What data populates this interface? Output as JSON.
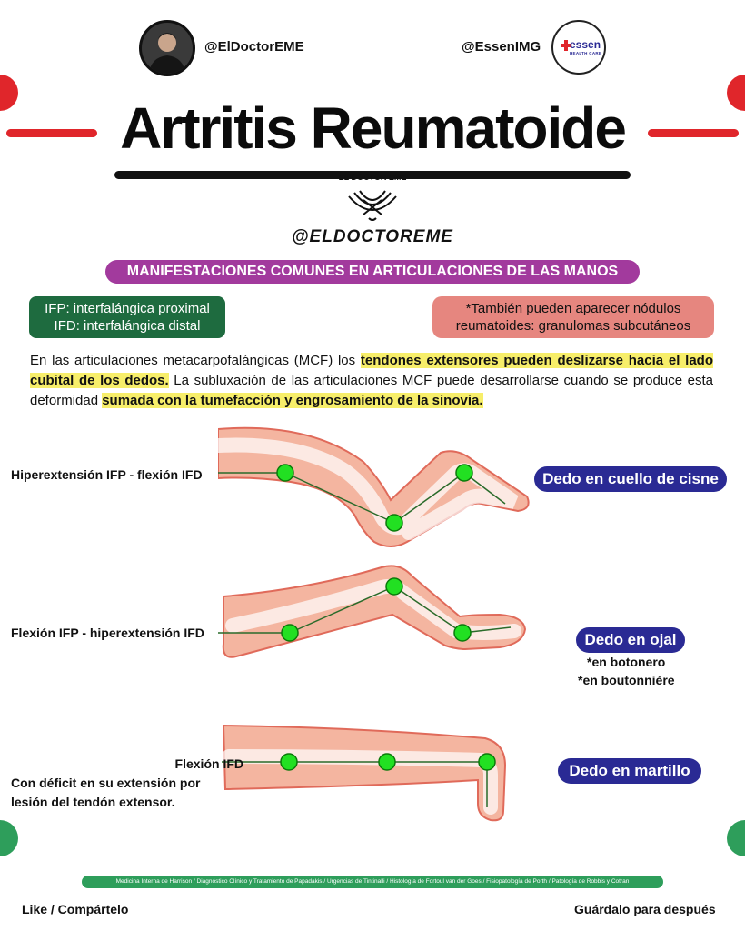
{
  "header": {
    "left_handle": "@ElDoctorEME",
    "right_handle": "@EssenIMG",
    "logo_top": "essen",
    "logo_bottom": "HEALTH CARE"
  },
  "title": "Artritis Reumatoide",
  "brand_small": "EL DOCTOR EME",
  "brand_handle": "@ELDOCTOREME",
  "section_title": "MANIFESTACIONES COMUNES EN ARTICULACIONES DE LAS MANOS",
  "definitions": {
    "line1": "IFP: interfalángica proximal",
    "line2": "IFD: interfalángica distal"
  },
  "nodules_note": {
    "line1": "*También pueden aparecer nódulos",
    "line2": "reumatoides: granulomas subcutáneos"
  },
  "paragraph": {
    "p1": "En las articulaciones metacarpofalángicas (MCF) los ",
    "h1": "tendones extensores pueden deslizarse hacia el lado cubital de los dedos.",
    "p2": " La subluxación de las articulaciones MCF puede desarrollarse cuando se produce esta deformidad ",
    "h2": "sumada con la tumefacción y engrosamiento de la sinovia."
  },
  "deformities": [
    {
      "label": "Hiperextensión IFP - flexión IFD",
      "name": "Dedo en cuello de cisne"
    },
    {
      "label": "Flexión IFP - hiperextensión IFD",
      "name": "Dedo en ojal",
      "note1": "*en botonero",
      "note2": "*en boutonnière"
    },
    {
      "label1": "Flexión IFD",
      "label2": "Con déficit en su extensión por",
      "label3": "lesión del tendón extensor.",
      "name": "Dedo en martillo"
    }
  ],
  "references": "Medicina Interna de Harrison / Diagnóstico Clínico y Tratamiento de Papadakis / Urgencias de Tintinalli / Histología de Fortoul van der Goes / Fisiopatología de Porth / Patología de Robbis y Cotran",
  "footer": {
    "left": "Like / Compártelo",
    "right": "Guárdalo para después"
  },
  "colors": {
    "accent_red": "#e0262b",
    "purple": "#a23a9d",
    "dark_green": "#1e6b3f",
    "salmon": "#e6867f",
    "navy": "#2a2a94",
    "highlight": "#f7ee6a",
    "finger_skin": "#f4b5a0",
    "joint_green": "#22e022"
  }
}
